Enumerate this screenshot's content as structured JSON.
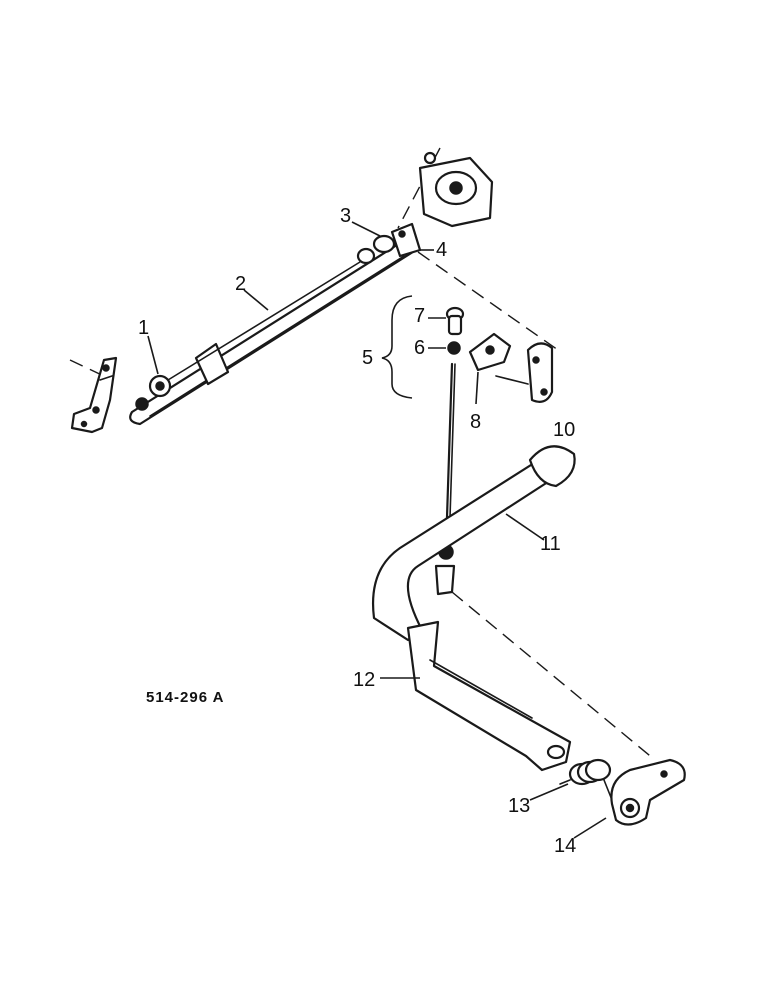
{
  "figure_ref": "514-296 A",
  "callouts": [
    {
      "id": "1",
      "label": "1"
    },
    {
      "id": "2",
      "label": "2"
    },
    {
      "id": "3",
      "label": "3"
    },
    {
      "id": "4",
      "label": "4"
    },
    {
      "id": "5",
      "label": "5"
    },
    {
      "id": "6",
      "label": "6"
    },
    {
      "id": "7",
      "label": "7"
    },
    {
      "id": "8",
      "label": "8"
    },
    {
      "id": "10",
      "label": "10"
    },
    {
      "id": "11",
      "label": "11"
    },
    {
      "id": "12",
      "label": "12"
    },
    {
      "id": "13",
      "label": "13"
    },
    {
      "id": "14",
      "label": "14"
    }
  ]
}
